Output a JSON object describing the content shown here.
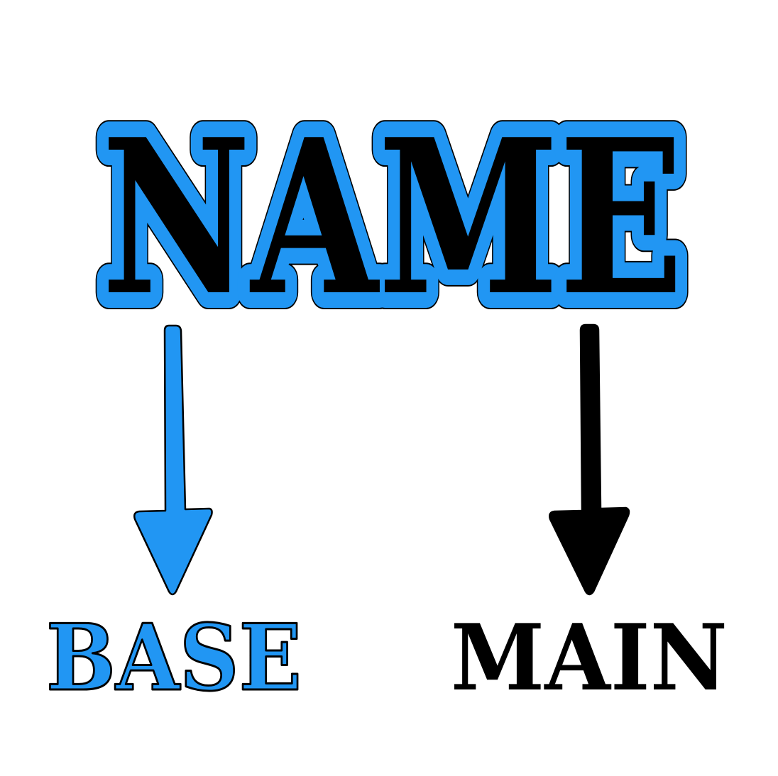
{
  "title": {
    "text": "NAME"
  },
  "labels": {
    "left": "BASE",
    "right": "MAIN"
  },
  "colors": {
    "base": "#2196F3",
    "main": "#000000",
    "outline": "#000000",
    "background": "#FFFFFF"
  }
}
